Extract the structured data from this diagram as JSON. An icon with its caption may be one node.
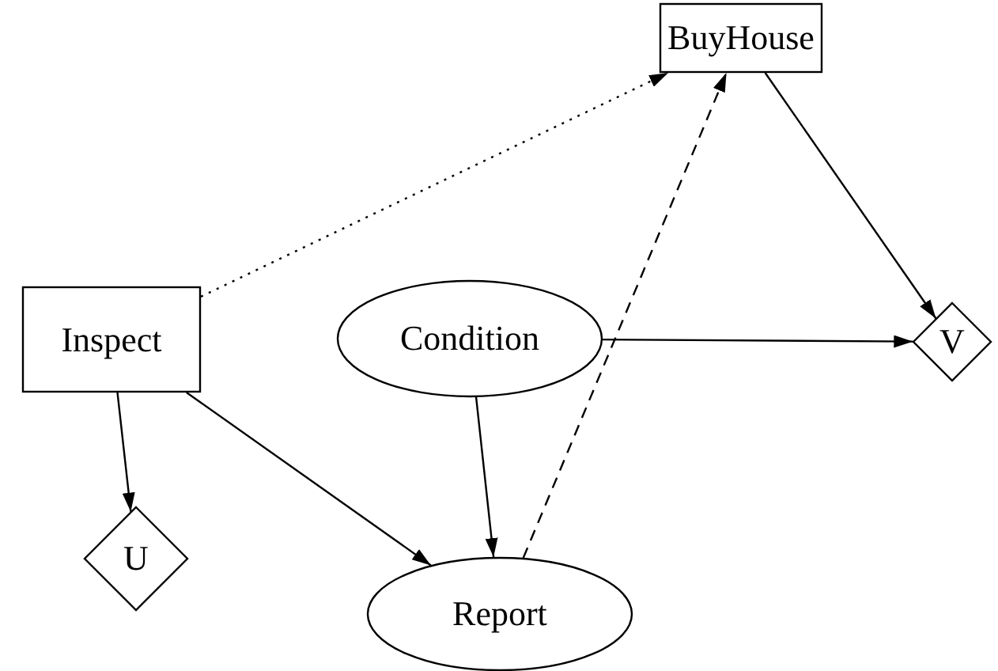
{
  "diagram": {
    "nodes": [
      {
        "text": [
          "BuyHouse"
        ]
      },
      {
        "text": [
          "Inspect"
        ]
      },
      {
        "text": [
          "Condition"
        ]
      },
      {
        "text": [
          "V"
        ]
      },
      {
        "text": [
          "U"
        ]
      },
      {
        "text": [
          "Report"
        ]
      }
    ],
    "edges": [
      {
        "from": 1,
        "to": 0,
        "arrow": "to",
        "style": "dashed"
      },
      {
        "from": 5,
        "to": 0,
        "arrow": "to",
        "style": "dashed"
      },
      {
        "from": 0,
        "to": 3,
        "arrow": "to"
      },
      {
        "from": 2,
        "to": 3,
        "arrow": "to"
      },
      {
        "from": 2,
        "to": 5,
        "arrow": "to"
      },
      {
        "from": 1,
        "to": 4,
        "arrow": "to"
      },
      {
        "from": 1,
        "to": 5,
        "arrow": "to"
      }
    ]
  }
}
